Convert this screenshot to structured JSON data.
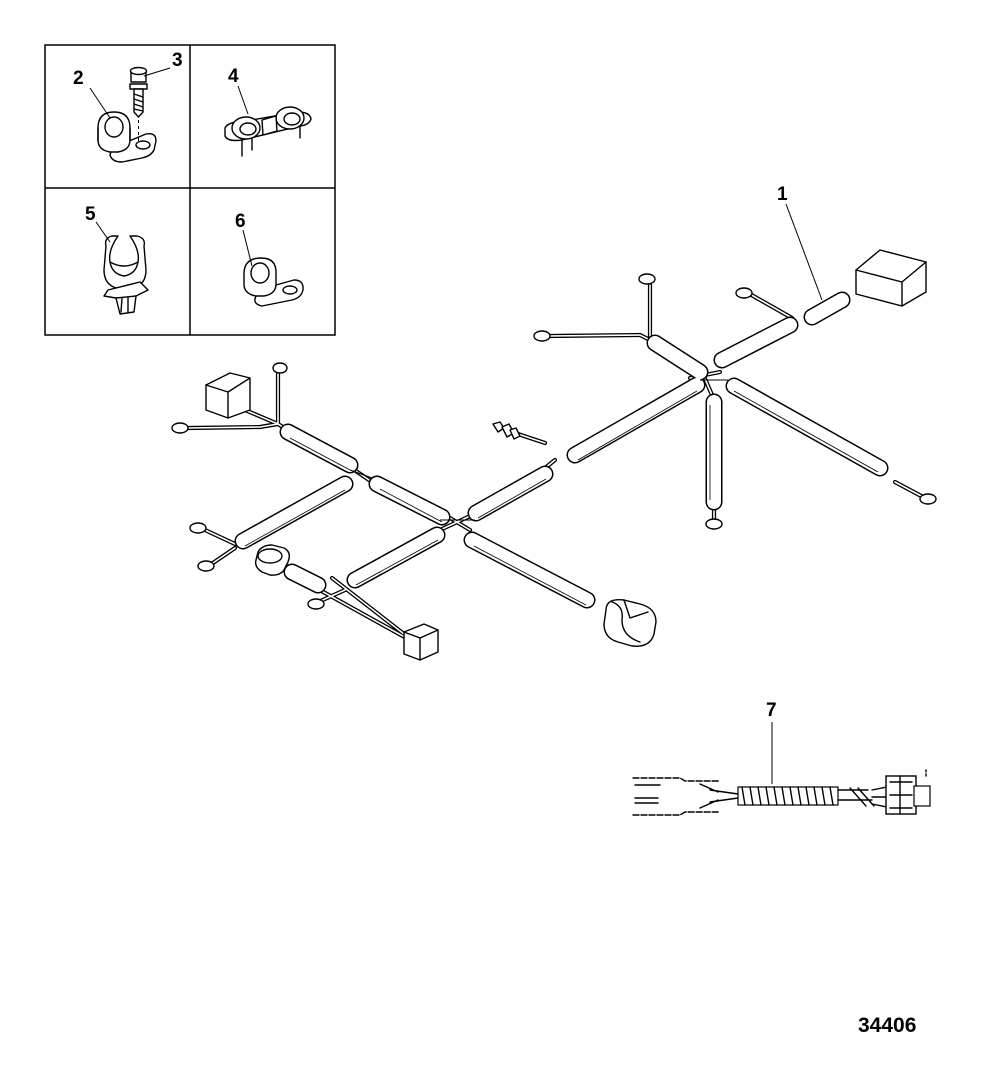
{
  "callouts": {
    "c1": "1",
    "c2": "2",
    "c3": "3",
    "c4": "4",
    "c5": "5",
    "c6": "6",
    "c7": "7"
  },
  "figure_number": "34406"
}
